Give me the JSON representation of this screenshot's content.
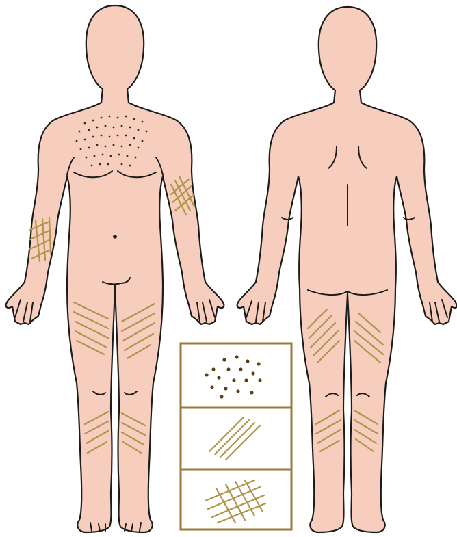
{
  "figure": {
    "views": [
      "front",
      "back"
    ],
    "legend": {
      "entries": [
        {
          "pattern": "dots"
        },
        {
          "pattern": "parallel-lines"
        },
        {
          "pattern": "crosshatch"
        }
      ]
    },
    "colors": {
      "skin": "#f7cdbd",
      "outline": "#1c1c1c",
      "marking": "#b0944a",
      "dots": "#3a2a1a",
      "legend_border": "#9a7a3a"
    }
  }
}
